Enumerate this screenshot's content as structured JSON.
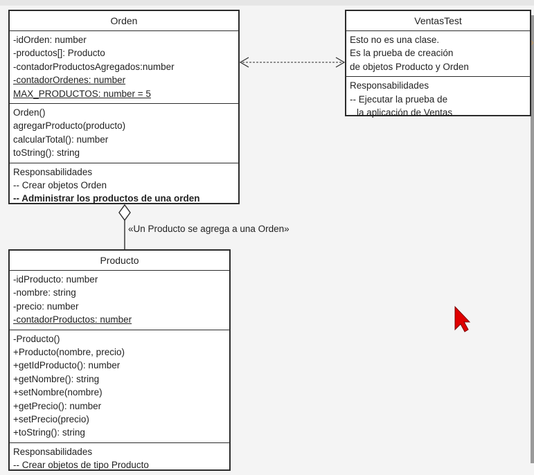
{
  "orden": {
    "title": "Orden",
    "attributes": [
      {
        "text": "-idOrden: number",
        "underline": false,
        "bold": false
      },
      {
        "text": "-productos[]: Producto",
        "underline": false,
        "bold": false
      },
      {
        "text": "-contadorProductosAgregados:number",
        "underline": false,
        "bold": false
      },
      {
        "text": "-contadorOrdenes: number",
        "underline": true,
        "bold": false
      },
      {
        "text": "MAX_PRODUCTOS: number = 5",
        "underline": true,
        "bold": false
      }
    ],
    "methods": [
      {
        "text": "Orden()",
        "underline": false,
        "bold": false
      },
      {
        "text": "agregarProducto(producto)",
        "underline": false,
        "bold": false
      },
      {
        "text": "calcularTotal(): number",
        "underline": false,
        "bold": false
      },
      {
        "text": "toString(): string",
        "underline": false,
        "bold": false
      }
    ],
    "responsibilities": [
      {
        "text": "Responsabilidades",
        "underline": false,
        "bold": false
      },
      {
        "text": "-- Crear objetos Orden",
        "underline": false,
        "bold": false
      },
      {
        "text": "-- Administrar los productos de una orden",
        "underline": false,
        "bold": true
      }
    ]
  },
  "ventas": {
    "title": "VentasTest",
    "notes": [
      {
        "text": "Esto no es una clase.",
        "underline": false,
        "bold": false
      },
      {
        "text": "Es la prueba de creación",
        "underline": false,
        "bold": false
      },
      {
        "text": "de objetos Producto y Orden",
        "underline": false,
        "bold": false
      }
    ],
    "responsibilities": [
      {
        "text": "Responsabilidades",
        "underline": false,
        "bold": false
      },
      {
        "text": "-- Ejecutar la prueba de",
        "underline": false,
        "bold": false
      },
      {
        "text": "la aplicación de Ventas",
        "underline": false,
        "bold": false
      }
    ]
  },
  "producto": {
    "title": "Producto",
    "attributes": [
      {
        "text": "-idProducto: number",
        "underline": false,
        "bold": false
      },
      {
        "text": "-nombre: string",
        "underline": false,
        "bold": false
      },
      {
        "text": "-precio: number",
        "underline": false,
        "bold": false
      },
      {
        "text": "-contadorProductos: number",
        "underline": true,
        "bold": false
      }
    ],
    "methods": [
      {
        "text": "-Producto()",
        "underline": false,
        "bold": false
      },
      {
        "text": "+Producto(nombre, precio)",
        "underline": false,
        "bold": false
      },
      {
        "text": "+getIdProducto(): number",
        "underline": false,
        "bold": false
      },
      {
        "text": "+getNombre(): string",
        "underline": false,
        "bold": false
      },
      {
        "text": "+setNombre(nombre)",
        "underline": false,
        "bold": false
      },
      {
        "text": "+getPrecio(): number",
        "underline": false,
        "bold": false
      },
      {
        "text": "+setPrecio(precio)",
        "underline": false,
        "bold": false
      },
      {
        "text": "+toString(): string",
        "underline": false,
        "bold": false
      }
    ],
    "responsibilities": [
      {
        "text": "Responsabilidades",
        "underline": false,
        "bold": false
      },
      {
        "text": "-- Crear objetos de tipo Producto",
        "underline": false,
        "bold": false
      }
    ]
  },
  "association_label": "«Un Producto se agrega a una Orden»",
  "colors": {
    "border": "#2b2b2b",
    "background": "#f4f4f4",
    "box_fill": "#ffffff",
    "cursor": "#e00000"
  }
}
